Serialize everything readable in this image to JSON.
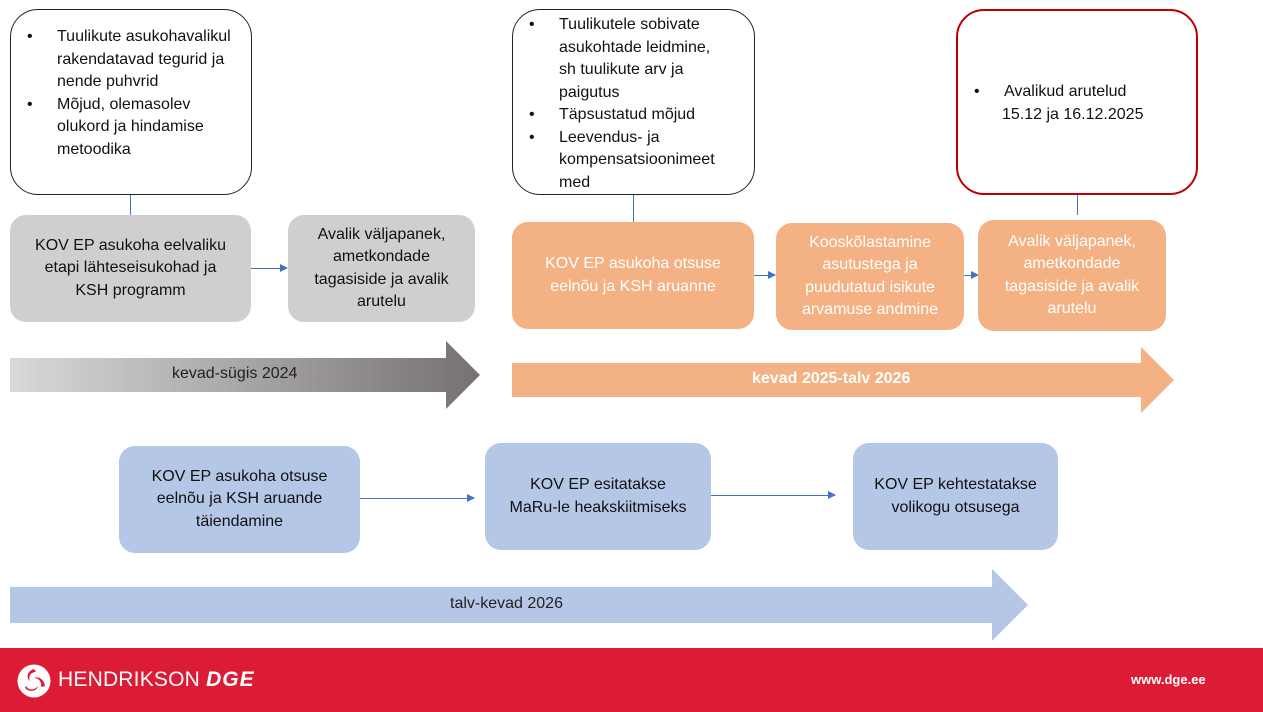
{
  "colors": {
    "grey_box": "#d0cece",
    "orange_box": "#f4b183",
    "blue_box": "#b4c7e7",
    "connector": "#4472c4",
    "highlight_border": "#c00000",
    "footer": "#dc1c35"
  },
  "phase1": {
    "note": [
      "Tuulikute asukohavalikul rakendatavad tegurid ja nende puhvrid",
      "Mõjud, olemasolev olukord ja hindamise metoodika"
    ],
    "steps": [
      "KOV EP asukoha eelvaliku etapi lähteseisukohad ja KSH programm",
      "Avalik väljapanek, ametkondade tagasiside ja avalik arutelu"
    ],
    "period": "kevad-sügis 2024"
  },
  "phase2": {
    "note": [
      "Tuulikutele sobivate asukohtade leidmine, sh tuulikute arv ja paigutus",
      "Täpsustatud mõjud",
      "Leevendus- ja kompensatsioonimeetmed"
    ],
    "note_lines": {
      "b1": [
        "Tuulikutele sobivate",
        "asukohtade leidmine,",
        "sh tuulikute arv ja",
        "paigutus"
      ],
      "b2": [
        "Täpsustatud mõjud"
      ],
      "b3": [
        "Leevendus- ja",
        "kompensatsioonimeet",
        "med"
      ]
    },
    "highlight_note": [
      "Avalikud arutelud",
      "15.12 ja 16.12.2025"
    ],
    "steps": [
      "KOV EP asukoha otsuse eelnõu ja KSH aruanne",
      "Kooskõlastamine asutustega ja puudutatud isikute arvamuse andmine",
      "Avalik väljapanek, ametkondade tagasiside ja avalik arutelu"
    ],
    "period": "kevad 2025-talv 2026"
  },
  "phase3": {
    "steps": [
      "KOV EP asukoha otsuse eelnõu ja KSH aruande täiendamine",
      "KOV EP esitatakse MaRu-le heakskiitmiseks",
      "KOV EP kehtestatakse volikogu otsusega"
    ],
    "period": "talv-kevad 2026"
  },
  "footer": {
    "logo_icon": "hendrikson-swirl-logo",
    "brand": "HENDRIKSON",
    "brand_suffix": "DGE",
    "url": "www.dge.ee"
  }
}
